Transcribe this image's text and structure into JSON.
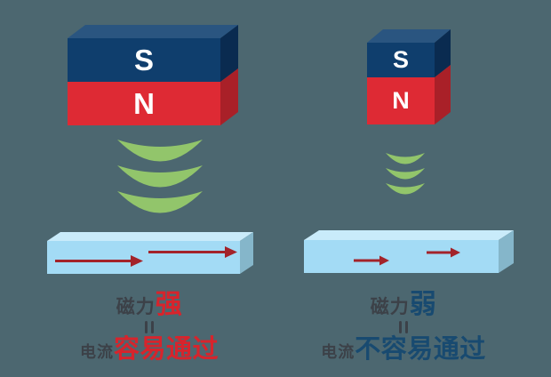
{
  "colors": {
    "background": "#4C6770",
    "magnet_navy_front": "#0F3E6D",
    "magnet_navy_top": "#2A5580",
    "magnet_navy_side": "#0A2B50",
    "magnet_red_front": "#DE2A34",
    "magnet_red_side": "#A92028",
    "wave_green": "#92C56B",
    "bar_front": "#A3DBF5",
    "bar_top": "#C9EBFA",
    "bar_side": "#85B6CA",
    "arrow_red": "#A3232A",
    "text_dark": "#3C4148",
    "text_red": "#D7242C",
    "text_blue": "#184A70",
    "pole_letter": "#FFFFFF"
  },
  "left_panel": {
    "magnet": {
      "top_pole": "S",
      "bottom_pole": "N"
    },
    "force_label": {
      "prefix": "磁力",
      "value": "强"
    },
    "equals_symbol": "‖",
    "current_label": {
      "prefix": "电流",
      "value": "容易通过"
    }
  },
  "right_panel": {
    "magnet": {
      "top_pole": "S",
      "bottom_pole": "N"
    },
    "force_label": {
      "prefix": "磁力",
      "value": "弱"
    },
    "equals_symbol": "‖",
    "current_label": {
      "prefix": "电流",
      "value": "不容易通过"
    }
  }
}
